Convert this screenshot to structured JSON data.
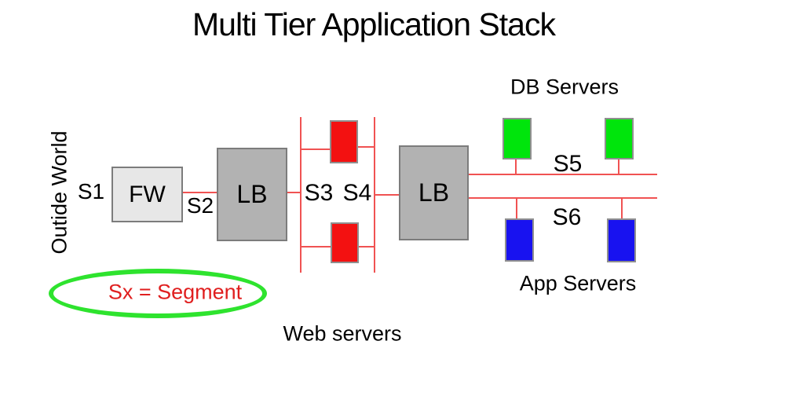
{
  "title": "Multi Tier Application Stack",
  "tiers": {
    "outside_world": "Outide World",
    "firewall": "FW",
    "load_balancer_1": "LB",
    "load_balancer_2": "LB",
    "web_servers_label": "Web servers",
    "db_servers_label": "DB Servers",
    "app_servers_label": "App Servers"
  },
  "segments": {
    "s1": "S1",
    "s2": "S2",
    "s3": "S3",
    "s4": "S4",
    "s5": "S5",
    "s6": "S6"
  },
  "legend": {
    "text": "Sx = Segment"
  },
  "colors": {
    "web_server_fill": "#f31111",
    "db_server_fill": "#00e50c",
    "app_server_fill": "#1812f0",
    "connector": "#f05252",
    "fw_fill": "#e7e7e7",
    "lb_fill": "#b2b2b2",
    "node_border": "#7c7c7c",
    "server_border": "#8f8f8f",
    "legend_ellipse": "#2ee32e",
    "legend_text": "#e01f1f"
  }
}
